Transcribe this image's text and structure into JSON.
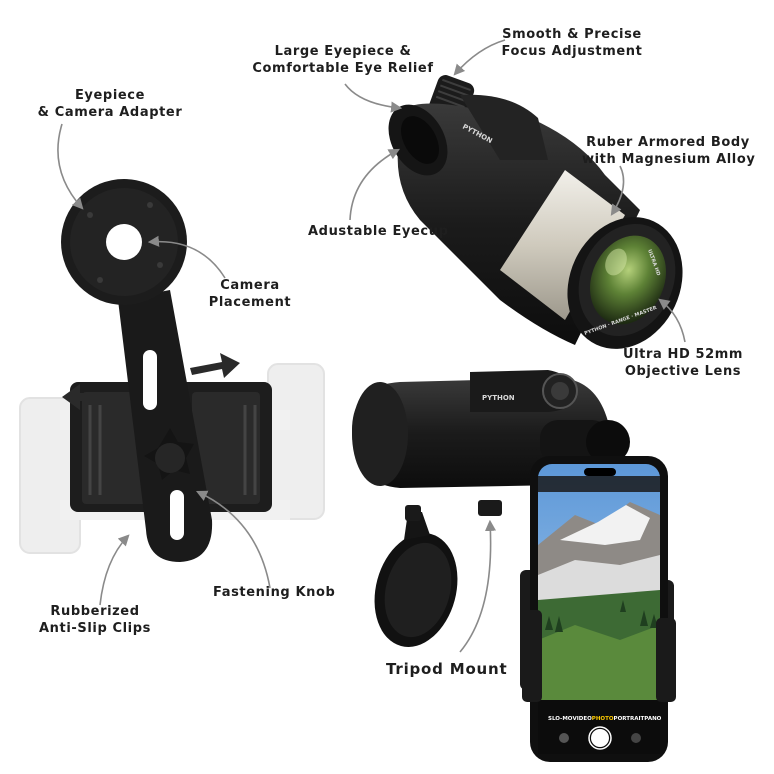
{
  "callouts": {
    "eyepiece_adapter": "Eyepiece\n& Camera Adapter",
    "camera_placement": "Camera\nPlacement",
    "rubberized_clips": "Rubberized\nAnti-Slip Clips",
    "fastening_knob": "Fastening Knob",
    "large_eyepiece": "Large Eyepiece &\nComfortable Eye Relief",
    "focus_adjustment": "Smooth & Precise\nFocus Adjustment",
    "armored_body": "Ruber Armored Body\nwith Magnesium Alloy",
    "eyecup": "Adustable Eyecup",
    "objective_lens": "Ultra HD 52mm\nObjective Lens",
    "tripod_mount": "Tripod Mount"
  },
  "brand": {
    "monocular_top": "PYTHON",
    "monocular_bottom": "PYTHON",
    "lens_ring": "PYTHON · RANGE · MASTER",
    "lens_side": "ULTRA HD"
  },
  "phone_modes": [
    "SLO-MO",
    "VIDEO",
    "PHOTO",
    "PORTRAIT",
    "PANO"
  ],
  "colors": {
    "arrow": "#8a8a8a",
    "body": "#1c1c1c",
    "silver_band": "#d9d6ce",
    "lens_green": "#5d7a3a"
  }
}
